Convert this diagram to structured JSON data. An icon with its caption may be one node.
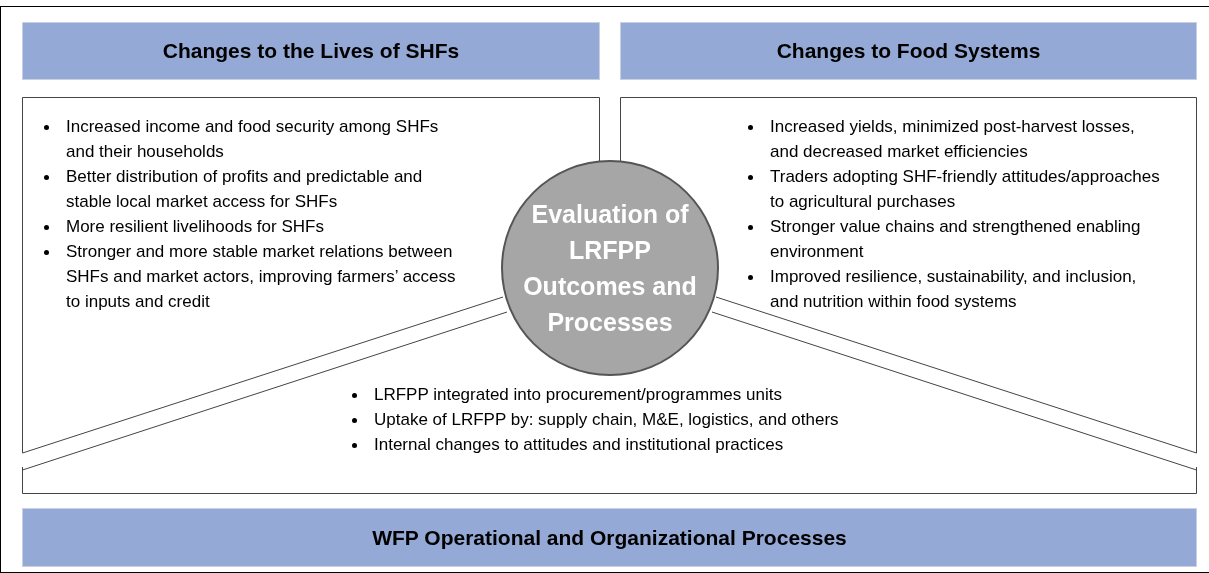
{
  "diagram": {
    "nodes": [
      {
        "text": [
          "Changes to the Lives of SHFs"
        ]
      },
      {
        "text": [
          "Increased income and food security among SHFs and their households",
          "Better distribution of profits and predictable and stable local market access for SHFs",
          "More resilient livelihoods for SHFs",
          "Stronger and more stable market relations between SHFs and market actors, improving farmers’ access to inputs and credit"
        ]
      },
      {
        "text": [
          "Changes to Food Systems"
        ]
      },
      {
        "text": [
          "Increased yields, minimized post-harvest losses, and decreased market efficiencies",
          "Traders adopting SHF-friendly attitudes/approaches to agricultural purchases",
          "Stronger value chains and strengthened enabling environment",
          "Improved resilience, sustainability, and inclusion, and nutrition within food systems"
        ]
      },
      {
        "text": [
          "LRFPP integrated into procurement/programmes units",
          "Uptake of LRFPP by: supply chain, M&E, logistics, and others",
          "Internal changes to attitudes and institutional practices"
        ]
      },
      {
        "text": [
          "Evaluation of LRFPP Outcomes and Processes"
        ]
      },
      {
        "text": [
          "WFP Operational and Organizational Processes"
        ]
      }
    ],
    "edges": []
  }
}
